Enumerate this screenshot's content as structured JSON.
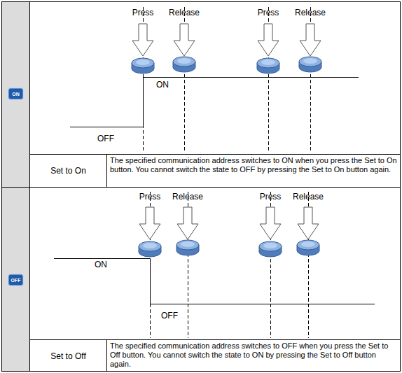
{
  "diagram": {
    "nodes": [
      {
        "text": [
          "ON"
        ]
      },
      {
        "text": [
          "OFF"
        ]
      }
    ],
    "labels": [
      "Press",
      "Release",
      "Press",
      "Release",
      "ON",
      "OFF",
      "Set to On",
      "The specified communication address switches to ON when you press the Set to On button. You cannot switch the state to OFF by pressing the Set to On button again.",
      "Press",
      "Release",
      "Press",
      "Release",
      "ON",
      "OFF",
      "Set to Off",
      "The specified communication address switches to OFF when you press the Set to Off button. You cannot switch the state to ON by pressing the Set to Off button again."
    ]
  }
}
